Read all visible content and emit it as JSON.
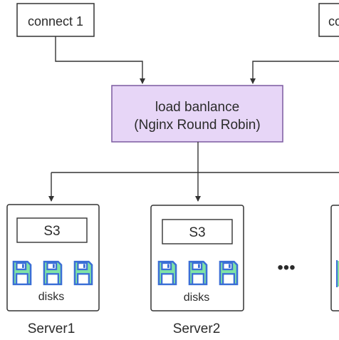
{
  "nodes": {
    "connect_1": "connect 1",
    "connect_2_partial": "co",
    "load_balancer_line1": "load banlance",
    "load_balancer_line2": "(Nginx Round Robin)",
    "server1": {
      "s3": "S3",
      "disks": "disks",
      "name": "Server1"
    },
    "server2": {
      "s3": "S3",
      "disks": "disks",
      "name": "Server2"
    },
    "ellipsis": "•••"
  },
  "colors": {
    "load_balancer_fill": "#e7d6f7",
    "load_balancer_stroke": "#7b5aa0",
    "box_stroke": "#333333",
    "disk_fill": "#7fe3a5",
    "disk_stroke": "#3b6fd6",
    "arrow": "#333333"
  },
  "icons": [
    "floppy-disk-icon"
  ]
}
